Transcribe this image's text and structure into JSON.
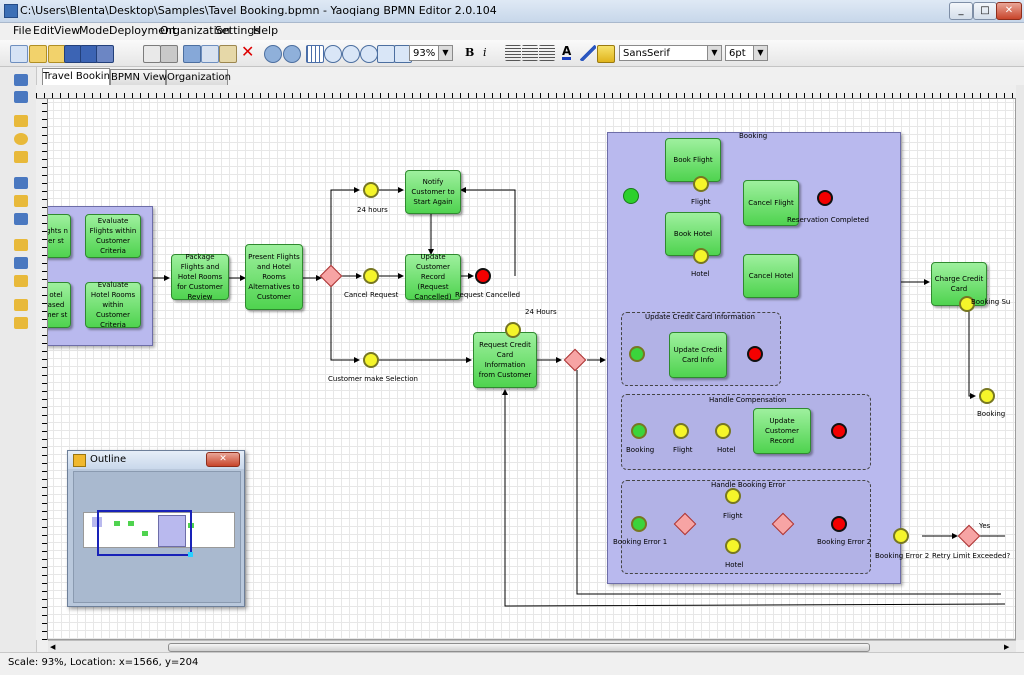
{
  "window": {
    "title": "C:\\Users\\Blenta\\Desktop\\Samples\\Tavel Booking.bpmn - Yaoqiang BPMN Editor 2.0.104",
    "minimize": "_",
    "maximize": "□",
    "close": "✕"
  },
  "menu": [
    "File",
    "Edit",
    "View",
    "Model",
    "Deployment",
    "Organization",
    "Settings",
    "Help"
  ],
  "toolbar": {
    "zoom": "93%",
    "bold": "B",
    "italic": "i",
    "font": "SansSerif",
    "font_size": "6pt"
  },
  "tabs": [
    "Travel Booking",
    "BPMN View",
    "Organization"
  ],
  "diagram": {
    "tasks": {
      "evaluate_flights": "Evaluate Flights within Customer Criteria",
      "evaluate_hotel": "Evaluate Hotel Rooms within Customer Criteria",
      "left_top_fragment": "ights n er st",
      "left_bottom_fragment": "otel ased mer st",
      "package": "Package Flights and Hotel Rooms for Customer Review",
      "present": "Present Flights and Hotel Rooms Alternatives to Customer",
      "notify": "Notify Customer to Start Again",
      "update_record": "Update Customer Record (Request Cancelled)",
      "request_card": "Request Credit Card Information from Customer",
      "book_flight": "Book Flight",
      "book_hotel": "Book Hotel",
      "cancel_flight": "Cancel Flight",
      "cancel_hotel": "Cancel Hotel",
      "update_card": "Update Credit Card Info",
      "update_customer_record": "Update Customer Record",
      "charge_card": "Charge Credit Card"
    },
    "labels": {
      "hours24_a": "24 hours",
      "hours24_b": "24 Hours",
      "cancel_request": "Cancel Request",
      "request_cancelled": "Request Cancelled",
      "customer_selection": "Customer make Selection",
      "booking_pool": "Booking",
      "flight": "Flight",
      "hotel": "Hotel",
      "reservation_completed": "Reservation Completed",
      "update_card_sub": "Update Credit Card Information",
      "handle_comp": "Handle Compensation",
      "comp_booking": "Booking",
      "comp_flight": "Flight",
      "comp_hotel": "Hotel",
      "handle_error": "Handle Booking Error",
      "err_flight": "Flight",
      "err_hotel": "Hotel",
      "booking_error1": "Booking Error 1",
      "booking_error2_in": "Booking Error 2",
      "booking_error2": "Booking Error 2",
      "retry_limit": "Retry Limit Exceeded?",
      "yes": "Yes",
      "booking_s": "Booking Su",
      "booking_b": "Booking"
    }
  },
  "outline": {
    "title": "Outline"
  },
  "status": "Scale: 93%, Location: x=1566, y=204"
}
